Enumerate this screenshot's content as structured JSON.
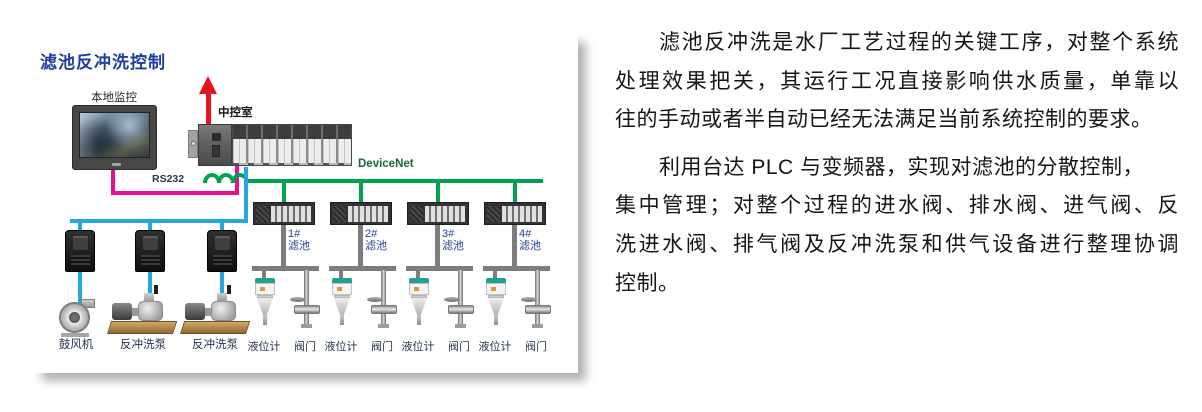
{
  "panel": {
    "title": "滤池反冲洗控制",
    "local_monitor_label": "本地监控",
    "control_room_label": "中控室",
    "rs232_label": "RS232",
    "devicenet_label": "DeviceNet",
    "drive_labels": [
      "鼓风机",
      "反冲洗泵",
      "反冲洗泵"
    ],
    "filter_units": [
      {
        "no": "1#",
        "name": "滤池",
        "sensor_label": "液位计",
        "valve_label": "阀门"
      },
      {
        "no": "2#",
        "name": "滤池",
        "sensor_label": "液位计",
        "valve_label": "阀门"
      },
      {
        "no": "3#",
        "name": "滤池",
        "sensor_label": "液位计",
        "valve_label": "阀门"
      },
      {
        "no": "4#",
        "name": "滤池",
        "sensor_label": "液位计",
        "valve_label": "阀门"
      }
    ],
    "colors": {
      "title_blue": "#1c3f9e",
      "devicenet_green": "#00a44f",
      "devicenet_text_green": "#156a3a",
      "rs232_magenta": "#ea0f8e",
      "drive_bus_blue": "#22a7e0",
      "arrow_red": "#e8131d",
      "pipe_gray": "#7d7d7d",
      "label_navy": "#26334f"
    }
  },
  "description": {
    "paragraphs": [
      {
        "lines": [
          "滤池反冲洗是水厂工艺过程的关键工序，对整个系统",
          "处理效果把关，其运行工况直接影响供水质量，单靠以",
          "往的手动或者半自动已经无法满足当前系统控制的要求。"
        ]
      },
      {
        "lines": [
          "利用台达 PLC 与变频器，实现对滤池的分散控制，",
          "集中管理；对整个过程的进水阀、排水阀、进气阀、反",
          "洗进水阀、排气阀及反冲洗泵和供气设备进行整理协调",
          "控制。"
        ]
      }
    ]
  }
}
